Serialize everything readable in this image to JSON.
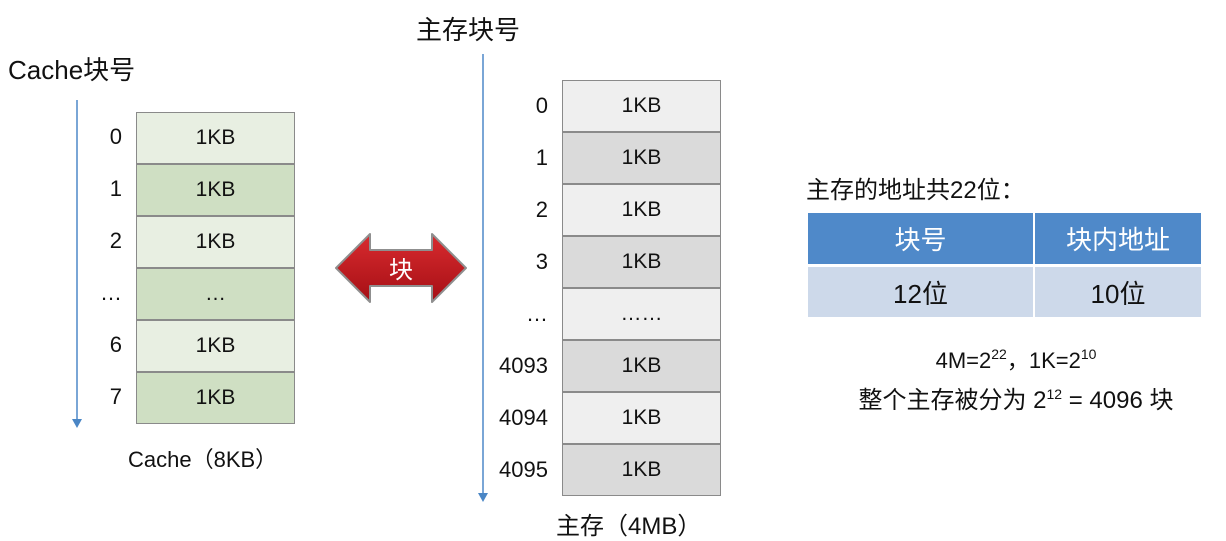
{
  "cache": {
    "axis_label": "Cache块号",
    "rows": [
      {
        "index": "0",
        "size": "1KB"
      },
      {
        "index": "1",
        "size": "1KB"
      },
      {
        "index": "2",
        "size": "1KB"
      },
      {
        "index": "…",
        "size": "…"
      },
      {
        "index": "6",
        "size": "1KB"
      },
      {
        "index": "7",
        "size": "1KB"
      }
    ],
    "caption": "Cache（8KB）"
  },
  "arrow_label": "块",
  "memory": {
    "axis_label": "主存块号",
    "rows": [
      {
        "index": "0",
        "size": "1KB"
      },
      {
        "index": "1",
        "size": "1KB"
      },
      {
        "index": "2",
        "size": "1KB"
      },
      {
        "index": "3",
        "size": "1KB"
      },
      {
        "index": "…",
        "size": "……"
      },
      {
        "index": "4093",
        "size": "1KB"
      },
      {
        "index": "4094",
        "size": "1KB"
      },
      {
        "index": "4095",
        "size": "1KB"
      }
    ],
    "caption": "主存（4MB）"
  },
  "address": {
    "heading": "主存的地址共22位：",
    "columns": [
      "块号",
      "块内地址"
    ],
    "values": [
      "12位",
      "10位"
    ]
  },
  "notes": {
    "line1_a": "4M=2",
    "line1_a_exp": "22",
    "line1_b": "，1K=2",
    "line1_b_exp": "10",
    "line2_a": "整个主存被分为 2",
    "line2_a_exp": "12",
    "line2_b": " = 4096 块"
  },
  "colors": {
    "cache_light": "#e8efe2",
    "cache_dark": "#cfdfc3",
    "mem_light": "#efefef",
    "mem_dark": "#dadada",
    "table_header": "#4f89c9",
    "table_body": "#cdd9ea",
    "arrow": "#c0151b"
  }
}
